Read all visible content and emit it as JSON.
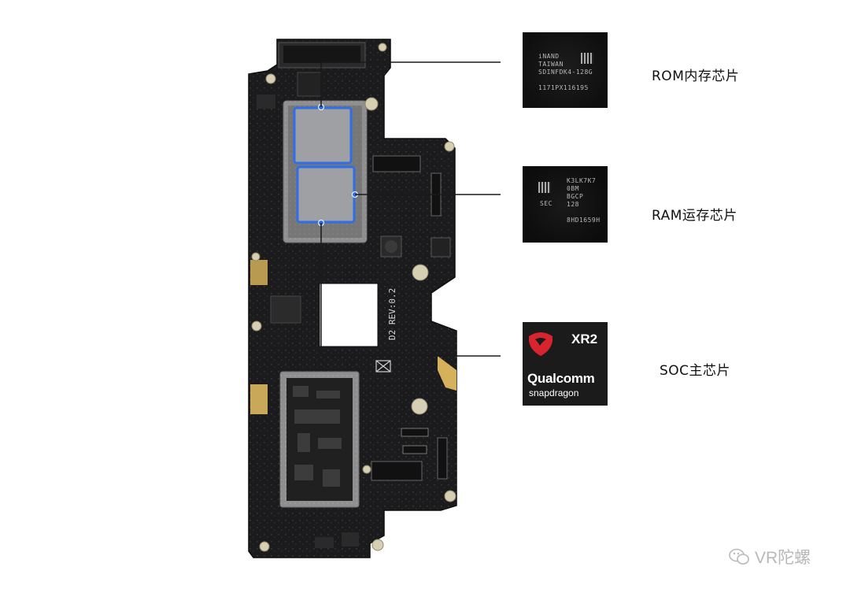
{
  "chips": [
    {
      "label": "ROM内存芯片",
      "marking": "iNAND\nTAIWAN\nSDINFDK4-128G\n\n1171PX116195"
    },
    {
      "label": "RAM运存芯片",
      "marking": "K3LK7K7\n0BM\nBGCP\n128\n\n8HD1659H",
      "marking_left": "SEC"
    },
    {
      "label": "SOC主芯片",
      "model": "XR2",
      "brand": "Qualcomm",
      "sub": "snapdragon"
    }
  ],
  "board": {
    "revision": "D2 REV:0.2"
  },
  "watermark": {
    "text": "VR陀螺"
  },
  "colors": {
    "board": "#1b1b1d",
    "shield": "#9a9a9a",
    "highlight": "#2f6ee8",
    "gold": "#d4b15a",
    "soc_red": "#d8242e"
  }
}
